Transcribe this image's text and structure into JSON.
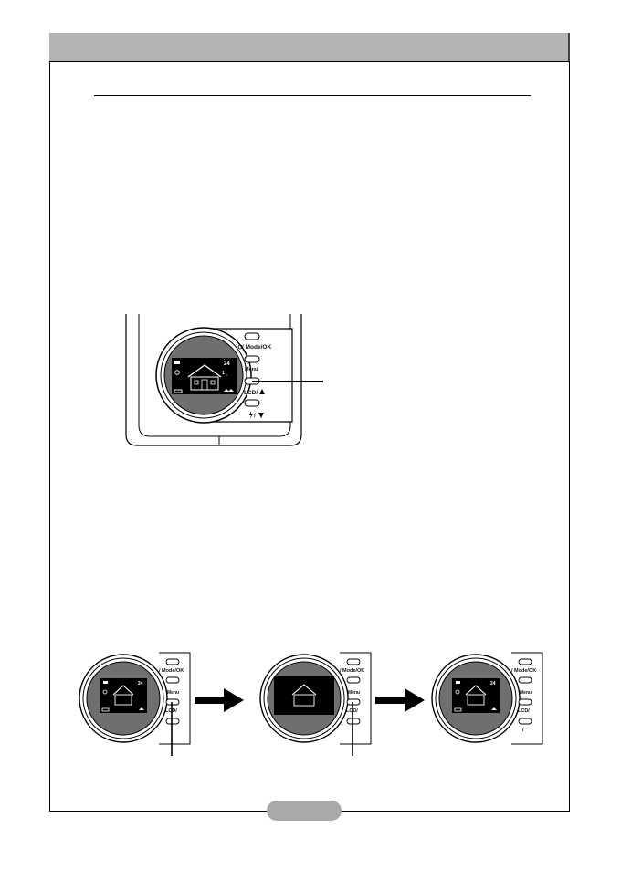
{
  "device": {
    "buttons": {
      "mode_ok": "/ Mode/OK",
      "menu": "Menu",
      "lcd": "LCD/",
      "flash": "/"
    },
    "lcd_indicators": {
      "shots_remaining": "24"
    },
    "icons": [
      "power-icon",
      "up-triangle-icon",
      "down-triangle-icon",
      "flash-icon",
      "camera-icon",
      "timer-icon",
      "battery-icon",
      "house-scene-icon"
    ]
  },
  "sequence": {
    "steps": [
      "indicators-on",
      "indicators-off",
      "indicators-on"
    ],
    "arrows": 2
  }
}
